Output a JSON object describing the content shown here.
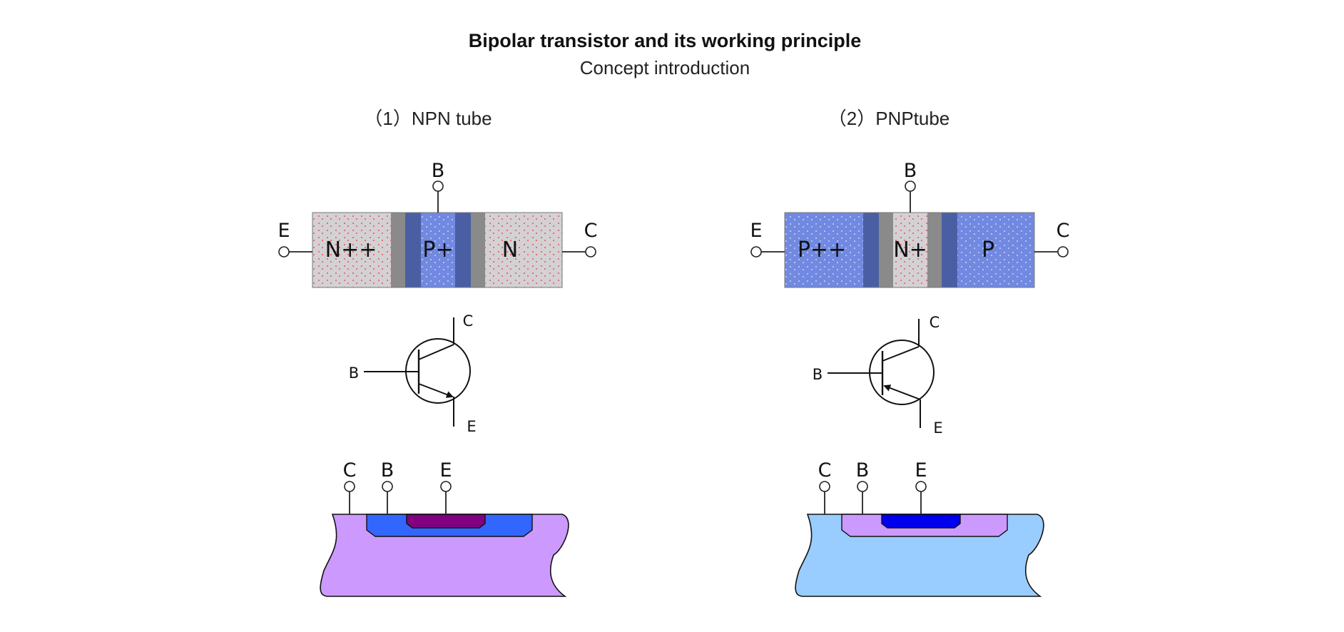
{
  "header": {
    "title": "Bipolar transistor and its working principle",
    "subtitle": "Concept introduction"
  },
  "npn": {
    "section_title": "（1）NPN tube",
    "terminals": {
      "emitter": "E",
      "base": "B",
      "collector": "C"
    },
    "regions": [
      "N++",
      "P+",
      "N"
    ],
    "symbol": {
      "collector": "C",
      "base": "B",
      "emitter": "E"
    },
    "cross_section": {
      "collector": "C",
      "base": "B",
      "emitter": "E"
    }
  },
  "pnp": {
    "section_title": "（2）PNPtube",
    "terminals": {
      "emitter": "E",
      "base": "B",
      "collector": "C"
    },
    "regions": [
      "P++",
      "N+",
      "P"
    ],
    "symbol": {
      "collector": "C",
      "base": "B",
      "emitter": "E"
    },
    "cross_section": {
      "collector": "C",
      "base": "B",
      "emitter": "E"
    }
  },
  "colors": {
    "n_region": "#d4d1d4",
    "n_dots": "#e05555",
    "p_region": "#7189e0",
    "depletion_dark": "#4a5fa3",
    "depletion_gray": "#8a8a8a",
    "npn_substrate": "#cc99ff",
    "npn_base_well": "#3366ff",
    "npn_emitter": "#800080",
    "pnp_substrate": "#99ccff",
    "pnp_base_well": "#cc99ff",
    "pnp_emitter": "#0000ee"
  }
}
